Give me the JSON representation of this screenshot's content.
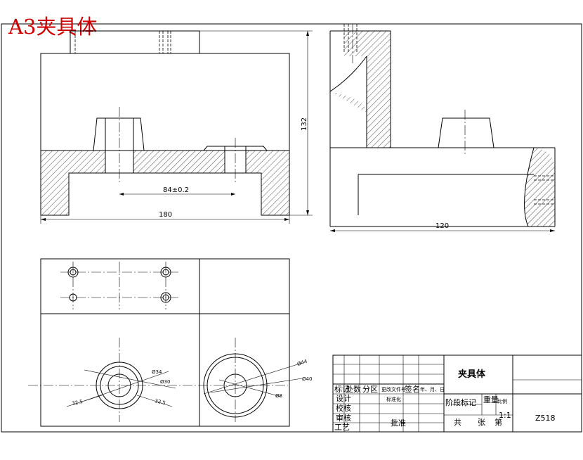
{
  "stamp": "A3夹具体",
  "dimensions": {
    "height_132": "132",
    "width_180": "180",
    "spacing_84": "84±0.2",
    "width_120": "120",
    "dia_34": "Ø34",
    "dia_30": "Ø30",
    "dia_44": "Ø44",
    "dia_40": "Ø40",
    "dia_8": "Ø8",
    "angle_left": "32.5",
    "angle_right": "32.5"
  },
  "title_block": {
    "part_name": "夹具体",
    "drawing_no": "Z518",
    "scale_header": "比例",
    "scale_value": "1:1",
    "mark_col": "标记",
    "count_col": "处数",
    "zone_col": "分区",
    "change_doc_col": "更改文件号",
    "sign_col": "签名",
    "date_col": "年、月、日",
    "design": "设计",
    "standardize": "标准化",
    "stage_mark": "阶段标记",
    "weight": "重量",
    "check": "校核",
    "process": "工艺",
    "review": "审核",
    "approve": "批准",
    "total": "共",
    "sheets": "张",
    "sheet_no": "第"
  }
}
